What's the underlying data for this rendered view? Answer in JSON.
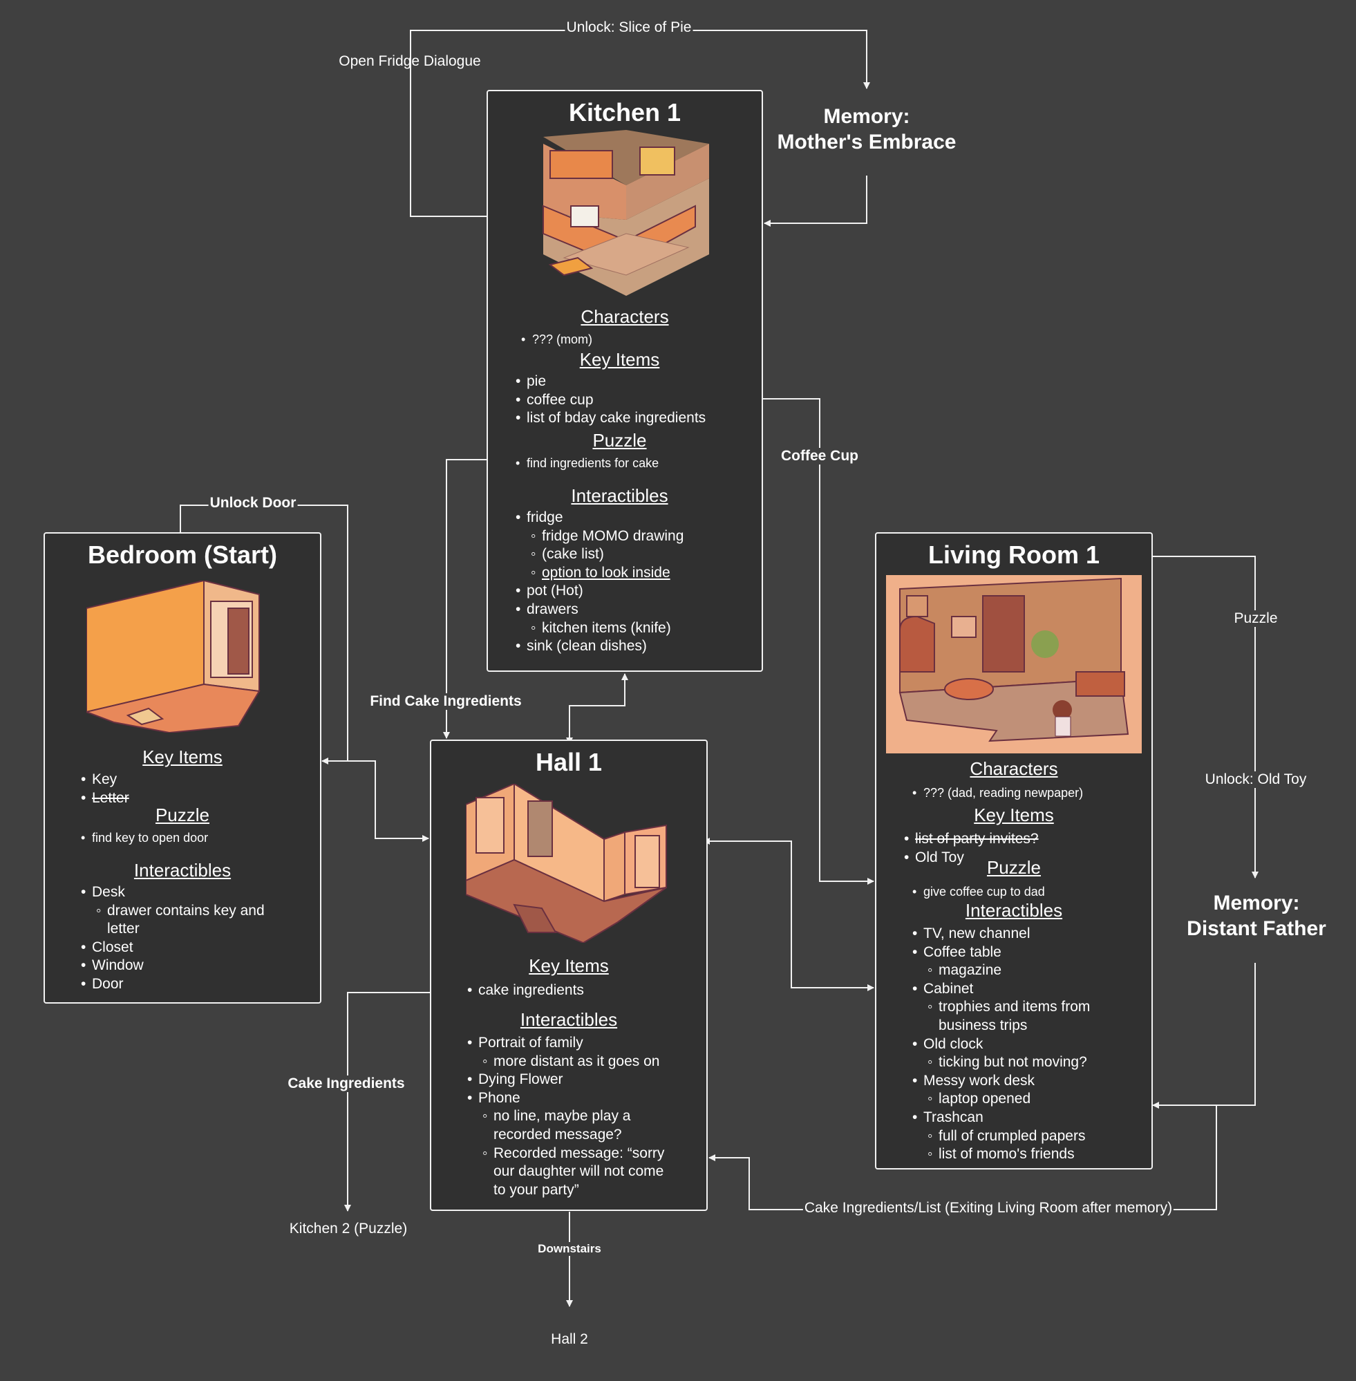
{
  "rooms": {
    "kitchen": {
      "title": "Kitchen 1",
      "characters_heading": "Characters",
      "characters": [
        "??? (mom)"
      ],
      "key_items_heading": "Key Items",
      "key_items": [
        "pie",
        "coffee cup",
        "list of bday cake ingredients"
      ],
      "puzzle_heading": "Puzzle",
      "puzzle": [
        "find ingredients for cake"
      ],
      "interactibles_heading": "Interactibles",
      "interactibles": {
        "fridge": "fridge",
        "fridge_drawing": "fridge MOMO drawing",
        "cake_list": "(cake list)",
        "look_inside": "option to look inside",
        "pot": "pot (Hot)",
        "drawers": "drawers",
        "kitchen_items": "kitchen items (knife)",
        "sink": "sink (clean dishes)"
      }
    },
    "bedroom": {
      "title": "Bedroom (Start)",
      "key_items_heading": "Key Items",
      "key_items": {
        "key": "Key",
        "letter": "Letter"
      },
      "puzzle_heading": "Puzzle",
      "puzzle": [
        "find key to open door"
      ],
      "interactibles_heading": "Interactibles",
      "interactibles": {
        "desk": "Desk",
        "drawer_1": "drawer contains key and",
        "drawer_2": "letter",
        "closet": "Closet",
        "window": "Window",
        "door": "Door"
      }
    },
    "hall": {
      "title": "Hall 1",
      "key_items_heading": "Key Items",
      "key_items": [
        "cake ingredients"
      ],
      "interactibles_heading": "Interactibles",
      "interactibles": {
        "portrait": "Portrait of family",
        "portrait_sub": "more distant as it goes on",
        "flower": "Dying Flower",
        "phone": "Phone",
        "phone_sub1_a": "no line, maybe play a",
        "phone_sub1_b": "recorded message?",
        "phone_sub2_a": "Recorded message: “sorry",
        "phone_sub2_b": "our daughter will not come",
        "phone_sub2_c": "to your party”"
      }
    },
    "living": {
      "title": "Living Room 1",
      "characters_heading": "Characters",
      "characters": [
        "??? (dad, reading newpaper)"
      ],
      "key_items_heading": "Key Items",
      "key_items": {
        "invites": "list of party invites?",
        "toy": "Old Toy"
      },
      "puzzle_heading": "Puzzle",
      "puzzle": [
        "give coffee cup to dad"
      ],
      "interactibles_heading": "Interactibles",
      "interactibles": {
        "tv": "TV, new channel",
        "coffee_table": "Coffee table",
        "magazine": "magazine",
        "cabinet": "Cabinet",
        "trophies_1": "trophies and items from",
        "trophies_2": "business trips",
        "clock": "Old clock",
        "ticking": "ticking but not moving?",
        "desk": "Messy work desk",
        "laptop": "laptop opened",
        "trashcan": "Trashcan",
        "papers": "full of crumpled papers",
        "friends": "list of momo's friends"
      }
    }
  },
  "memories": {
    "mother": {
      "line1": "Memory:",
      "line2": "Mother's Embrace"
    },
    "father": {
      "line1": "Memory:",
      "line2": "Distant Father"
    }
  },
  "edges": {
    "unlock_pie": "Unlock: Slice of Pie",
    "fridge_dialogue": "Open Fridge Dialogue",
    "coffee_cup": "Coffee Cup",
    "unlock_door": "Unlock Door",
    "find_cake": "Find Cake Ingredients",
    "puzzle": "Puzzle",
    "unlock_toy": "Unlock: Old Toy",
    "cake_ingredients": "Cake Ingredients",
    "cake_list_exit": "Cake Ingredients/List (Exiting Living Room after memory)",
    "downstairs": "Downstairs"
  },
  "destinations": {
    "kitchen2": "Kitchen 2 (Puzzle)",
    "hall2": "Hall 2"
  },
  "colors": {
    "background": "#404040",
    "box": "#303030",
    "line": "#f2f2f2",
    "orange_wall": "#f4a04a",
    "orange_floor": "#e8885a",
    "peach": "#f0b08a",
    "brown_floor": "#b86850",
    "outline": "#6a3040"
  }
}
